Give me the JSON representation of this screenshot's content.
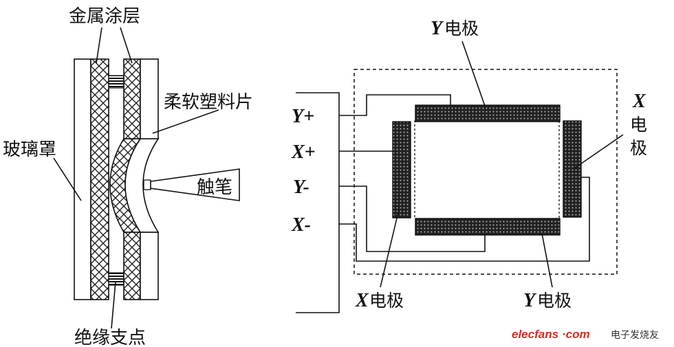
{
  "left_diagram": {
    "label_metal_coating": "金属涂层",
    "label_soft_plastic": "柔软塑料片",
    "label_glass_cover": "玻璃罩",
    "label_stylus": "触笔",
    "label_insulating_support": "绝缘支点"
  },
  "right_diagram": {
    "y_electrode_top": {
      "letter": "Y",
      "text": "电极"
    },
    "y_electrode_bottom": {
      "letter": "Y",
      "text": "电极"
    },
    "x_electrode_left": {
      "letter": "X",
      "text": "电极"
    },
    "x_electrode_right": {
      "letter": "X",
      "line1": "电",
      "line2": "极"
    },
    "terminals": [
      "Y+",
      "X+",
      "Y-",
      "X-"
    ]
  },
  "watermark": {
    "site": "elecfans",
    "domain": "·com",
    "name": "电子发烧友"
  }
}
